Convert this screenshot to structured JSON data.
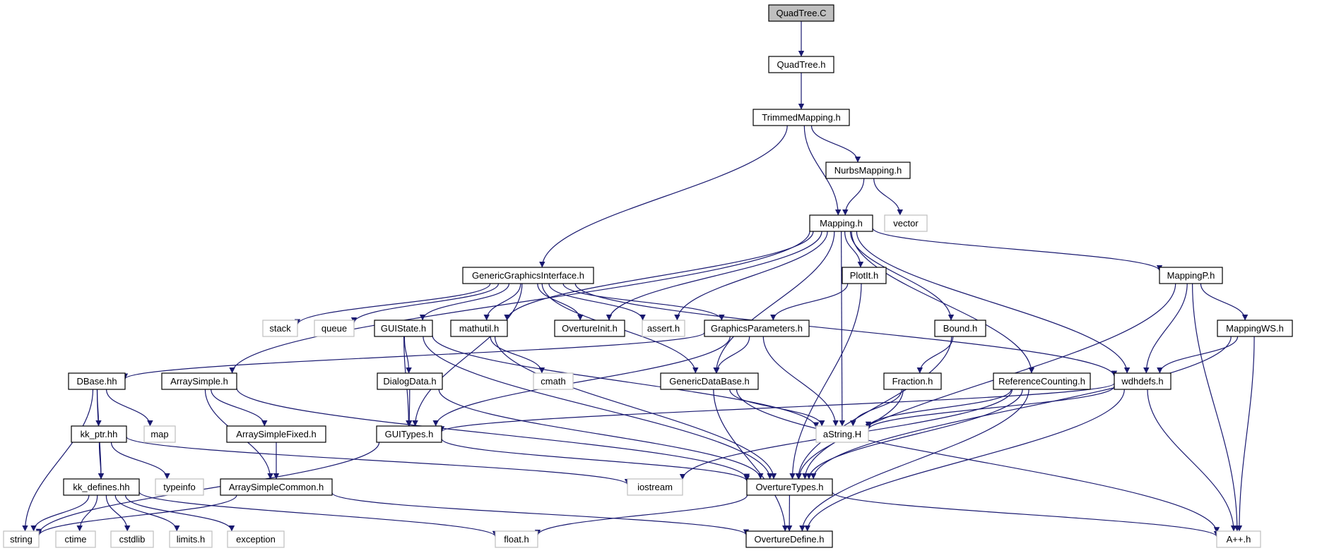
{
  "colors": {
    "edge": "#191970",
    "root_fill": "#bfbfbf",
    "external_border": "#bfbfbf",
    "node_border": "#000000",
    "background": "#ffffff"
  },
  "graph": {
    "root": "QuadTree.C",
    "nodes": [
      {
        "id": "quadtree_c",
        "label": "QuadTree.C",
        "kind": "root"
      },
      {
        "id": "quadtree_h",
        "label": "QuadTree.h",
        "kind": "file"
      },
      {
        "id": "trimmed",
        "label": "TrimmedMapping.h",
        "kind": "file"
      },
      {
        "id": "nurbs",
        "label": "NurbsMapping.h",
        "kind": "file"
      },
      {
        "id": "mapping",
        "label": "Mapping.h",
        "kind": "file"
      },
      {
        "id": "vector",
        "label": "vector",
        "kind": "external"
      },
      {
        "id": "ggi",
        "label": "GenericGraphicsInterface.h",
        "kind": "file"
      },
      {
        "id": "plotit",
        "label": "PlotIt.h",
        "kind": "file"
      },
      {
        "id": "mappingp",
        "label": "MappingP.h",
        "kind": "file"
      },
      {
        "id": "stack",
        "label": "stack",
        "kind": "external"
      },
      {
        "id": "queue",
        "label": "queue",
        "kind": "external"
      },
      {
        "id": "guistate",
        "label": "GUIState.h",
        "kind": "file"
      },
      {
        "id": "mathutil",
        "label": "mathutil.h",
        "kind": "file"
      },
      {
        "id": "overtureinit",
        "label": "OvertureInit.h",
        "kind": "file"
      },
      {
        "id": "assert",
        "label": "assert.h",
        "kind": "external"
      },
      {
        "id": "gparams",
        "label": "GraphicsParameters.h",
        "kind": "file"
      },
      {
        "id": "bound",
        "label": "Bound.h",
        "kind": "file"
      },
      {
        "id": "mappingws",
        "label": "MappingWS.h",
        "kind": "file"
      },
      {
        "id": "dbase",
        "label": "DBase.hh",
        "kind": "file"
      },
      {
        "id": "arraysimple",
        "label": "ArraySimple.h",
        "kind": "file"
      },
      {
        "id": "dialogdata",
        "label": "DialogData.h",
        "kind": "file"
      },
      {
        "id": "cmath",
        "label": "cmath",
        "kind": "external"
      },
      {
        "id": "gdb",
        "label": "GenericDataBase.h",
        "kind": "file"
      },
      {
        "id": "fraction",
        "label": "Fraction.h",
        "kind": "file"
      },
      {
        "id": "refcount",
        "label": "ReferenceCounting.h",
        "kind": "file"
      },
      {
        "id": "wdhdefs",
        "label": "wdhdefs.h",
        "kind": "file"
      },
      {
        "id": "kkptr",
        "label": "kk_ptr.hh",
        "kind": "file"
      },
      {
        "id": "map",
        "label": "map",
        "kind": "external"
      },
      {
        "id": "arraysimplefixed",
        "label": "ArraySimpleFixed.h",
        "kind": "file"
      },
      {
        "id": "guitypes",
        "label": "GUITypes.h",
        "kind": "file"
      },
      {
        "id": "astring",
        "label": "aString.H",
        "kind": "external"
      },
      {
        "id": "kkdefines",
        "label": "kk_defines.hh",
        "kind": "file"
      },
      {
        "id": "typeinfo",
        "label": "typeinfo",
        "kind": "external"
      },
      {
        "id": "arraysimplecommon",
        "label": "ArraySimpleCommon.h",
        "kind": "file"
      },
      {
        "id": "iostream",
        "label": "iostream",
        "kind": "external"
      },
      {
        "id": "overturetypes",
        "label": "OvertureTypes.h",
        "kind": "file"
      },
      {
        "id": "string",
        "label": "string",
        "kind": "external"
      },
      {
        "id": "ctime",
        "label": "ctime",
        "kind": "external"
      },
      {
        "id": "cstdlib",
        "label": "cstdlib",
        "kind": "external"
      },
      {
        "id": "limits",
        "label": "limits.h",
        "kind": "external"
      },
      {
        "id": "exception",
        "label": "exception",
        "kind": "external"
      },
      {
        "id": "float",
        "label": "float.h",
        "kind": "external"
      },
      {
        "id": "overturedefine",
        "label": "OvertureDefine.h",
        "kind": "file"
      },
      {
        "id": "app",
        "label": "A++.h",
        "kind": "external"
      }
    ],
    "edges": [
      [
        "quadtree_c",
        "quadtree_h"
      ],
      [
        "quadtree_h",
        "trimmed"
      ],
      [
        "trimmed",
        "ggi"
      ],
      [
        "trimmed",
        "mapping"
      ],
      [
        "trimmed",
        "nurbs"
      ],
      [
        "nurbs",
        "mapping"
      ],
      [
        "nurbs",
        "vector"
      ],
      [
        "mapping",
        "arraysimple"
      ],
      [
        "mapping",
        "mathutil"
      ],
      [
        "mapping",
        "overtureinit"
      ],
      [
        "mapping",
        "assert"
      ],
      [
        "mapping",
        "gdb"
      ],
      [
        "mapping",
        "plotit"
      ],
      [
        "mapping",
        "astring"
      ],
      [
        "mapping",
        "bound"
      ],
      [
        "mapping",
        "refcount"
      ],
      [
        "mapping",
        "wdhdefs"
      ],
      [
        "mapping",
        "mappingp"
      ],
      [
        "ggi",
        "guitypes"
      ],
      [
        "ggi",
        "stack"
      ],
      [
        "ggi",
        "queue"
      ],
      [
        "ggi",
        "guistate"
      ],
      [
        "ggi",
        "mathutil"
      ],
      [
        "ggi",
        "overtureinit"
      ],
      [
        "ggi",
        "assert"
      ],
      [
        "ggi",
        "gparams"
      ],
      [
        "ggi",
        "gdb"
      ],
      [
        "ggi",
        "wdhdefs"
      ],
      [
        "plotit",
        "gparams"
      ],
      [
        "plotit",
        "overturetypes"
      ],
      [
        "mappingp",
        "wdhdefs"
      ],
      [
        "mappingp",
        "overturetypes"
      ],
      [
        "mappingp",
        "mappingws"
      ],
      [
        "mappingp",
        "app"
      ],
      [
        "guistate",
        "dialogdata"
      ],
      [
        "guistate",
        "guitypes"
      ],
      [
        "guistate",
        "overturetypes"
      ],
      [
        "guistate",
        "astring"
      ],
      [
        "mathutil",
        "cmath"
      ],
      [
        "mathutil",
        "overturetypes"
      ],
      [
        "gparams",
        "dbase"
      ],
      [
        "gparams",
        "guitypes"
      ],
      [
        "gparams",
        "gdb"
      ],
      [
        "gparams",
        "astring"
      ],
      [
        "bound",
        "fraction"
      ],
      [
        "bound",
        "overturetypes"
      ],
      [
        "mappingws",
        "wdhdefs"
      ],
      [
        "mappingws",
        "overturetypes"
      ],
      [
        "mappingws",
        "app"
      ],
      [
        "dbase",
        "kkptr"
      ],
      [
        "dbase",
        "map"
      ],
      [
        "dbase",
        "kkdefines"
      ],
      [
        "dbase",
        "string"
      ],
      [
        "arraysimple",
        "arraysimplefixed"
      ],
      [
        "arraysimple",
        "arraysimplecommon"
      ],
      [
        "arraysimple",
        "overturetypes"
      ],
      [
        "dialogdata",
        "guitypes"
      ],
      [
        "dialogdata",
        "overturetypes"
      ],
      [
        "gdb",
        "astring"
      ],
      [
        "gdb",
        "overturedefine"
      ],
      [
        "gdb",
        "app"
      ],
      [
        "fraction",
        "astring"
      ],
      [
        "fraction",
        "overturetypes"
      ],
      [
        "refcount",
        "astring"
      ],
      [
        "refcount",
        "iostream"
      ],
      [
        "refcount",
        "overturetypes"
      ],
      [
        "refcount",
        "overturedefine"
      ],
      [
        "wdhdefs",
        "guitypes"
      ],
      [
        "wdhdefs",
        "astring"
      ],
      [
        "wdhdefs",
        "overturedefine"
      ],
      [
        "wdhdefs",
        "app"
      ],
      [
        "kkptr",
        "kkdefines"
      ],
      [
        "kkptr",
        "typeinfo"
      ],
      [
        "kkptr",
        "iostream"
      ],
      [
        "arraysimplefixed",
        "arraysimplecommon"
      ],
      [
        "guitypes",
        "string"
      ],
      [
        "guitypes",
        "overturetypes"
      ],
      [
        "kkdefines",
        "string"
      ],
      [
        "kkdefines",
        "ctime"
      ],
      [
        "kkdefines",
        "cstdlib"
      ],
      [
        "kkdefines",
        "limits"
      ],
      [
        "kkdefines",
        "exception"
      ],
      [
        "kkdefines",
        "float"
      ],
      [
        "arraysimplecommon",
        "string"
      ],
      [
        "arraysimplecommon",
        "overturedefine"
      ],
      [
        "overturetypes",
        "float"
      ],
      [
        "overturetypes",
        "overturedefine"
      ],
      [
        "overturetypes",
        "app"
      ]
    ]
  }
}
